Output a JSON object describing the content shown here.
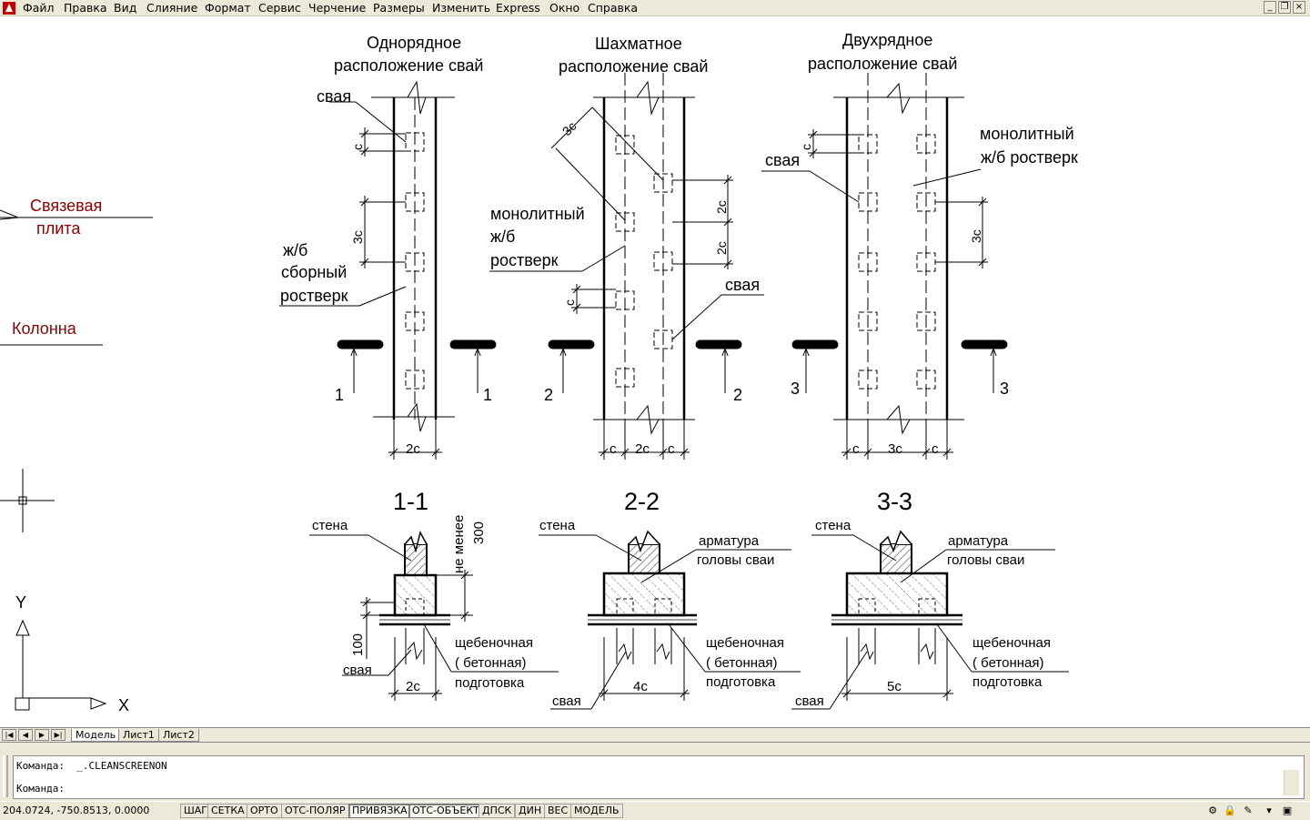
{
  "menu": {
    "items": [
      "Файл",
      "Правка",
      "Вид",
      "Слияние",
      "Формат",
      "Сервис",
      "Черчение",
      "Размеры",
      "Изменить",
      "Express",
      "Окно",
      "Справка"
    ]
  },
  "window_controls": {
    "minimize": "_",
    "restore": "❐",
    "close": "×"
  },
  "drawing": {
    "left_labels": {
      "svyazevaya": "Связевая",
      "plita": "плита",
      "kolonna": "Колонна"
    },
    "plan1": {
      "title1": "Однорядное",
      "title2": "расположение свай",
      "svaya": "свая",
      "rostverk1": "ж/б",
      "rostverk2": "сборный",
      "rostverk3": "ростверк",
      "dim_c": "с",
      "dim_3c": "3с",
      "dim_2c": "2с",
      "cut": "1"
    },
    "plan2": {
      "title1": "Шахматное",
      "title2": "расположение свай",
      "mono1": "монолитный",
      "mono2": "ж/б",
      "mono3": "ростверк",
      "svaya": "свая",
      "dim_3c": "3с",
      "dim_2c": "2с",
      "dim_c": "с",
      "cut": "2"
    },
    "plan3": {
      "title1": "Двухрядное",
      "title2": "расположение свай",
      "mono1": "монолитный",
      "mono2": "ж/б ростверк",
      "svaya": "свая",
      "dim_c": "с",
      "dim_3c": "3с",
      "cut": "3"
    },
    "sec1": {
      "title": "1-1",
      "stena": "стена",
      "nemenee": "не менее",
      "v300": "300",
      "v100": "100",
      "svaya": "свая",
      "dim": "2с",
      "sheb1": "щебеночная",
      "sheb2": "( бетонная)",
      "sheb3": "подготовка"
    },
    "sec2": {
      "title": "2-2",
      "stena": "стена",
      "arm1": "арматура",
      "arm2": "головы сваи",
      "sheb1": "щебеночная",
      "sheb2": "( бетонная)",
      "sheb3": "подготовка",
      "svaya": "свая",
      "dim": "4с"
    },
    "sec3": {
      "title": "3-3",
      "stena": "стена",
      "arm1": "арматура",
      "arm2": "головы сваи",
      "sheb1": "щебеночная",
      "sheb2": "( бетонная)",
      "sheb3": "подготовка",
      "svaya": "свая",
      "dim": "5с"
    },
    "ucs": {
      "y": "Y",
      "x": "X"
    }
  },
  "tabs": [
    "Модель",
    "Лист1",
    "Лист2"
  ],
  "command": {
    "line1": "Команда:  _.CLEANSCREENON",
    "line2": "Команда:"
  },
  "status": {
    "coords": "204.0724, -750.8513, 0.0000",
    "buttons": [
      "ШАГ",
      "СЕТКА",
      "ОРТО",
      "ОТС-ПОЛЯР",
      "ПРИВЯЗКА",
      "ОТС-ОБЪЕКТ",
      "ДПСК",
      "ДИН",
      "ВЕС",
      "МОДЕЛЬ"
    ]
  },
  "colors": {
    "red_label": "#8b0000",
    "ui_bg": "#ece9d8"
  }
}
